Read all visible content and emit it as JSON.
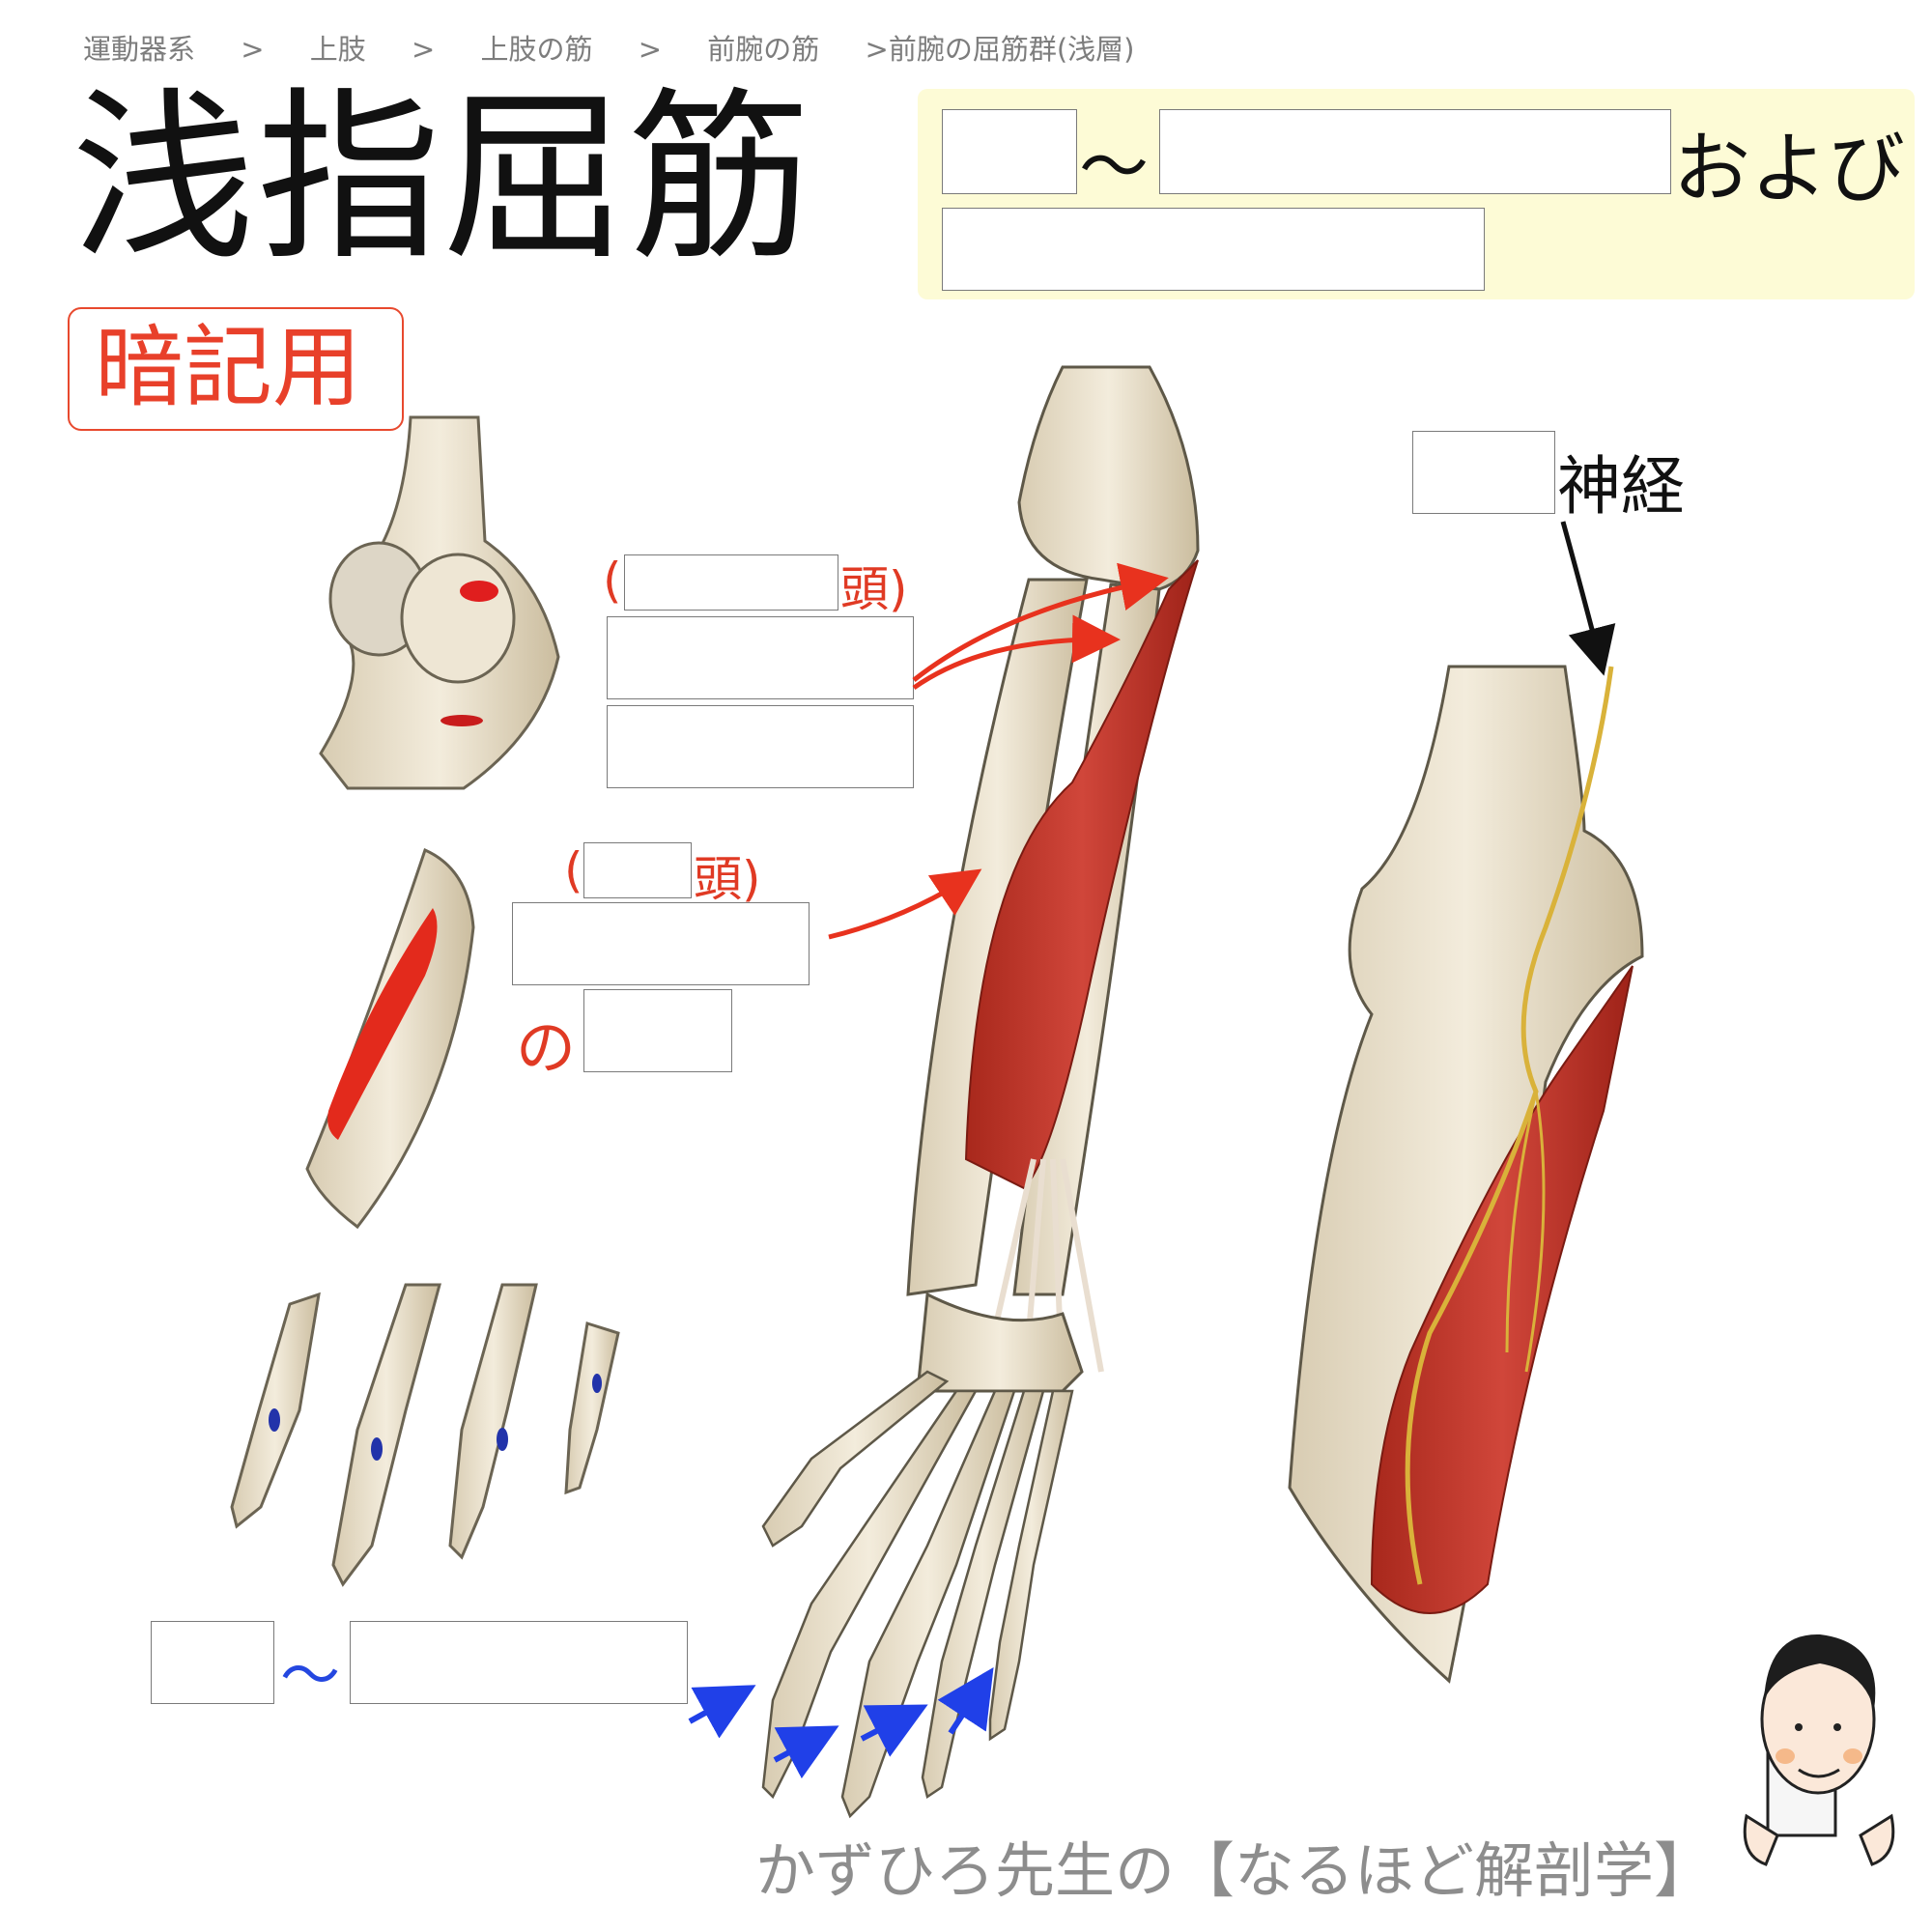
{
  "breadcrumb": [
    "運動器系",
    ">",
    "上肢",
    ">",
    "上肢の筋",
    ">",
    "前腕の筋",
    ">前腕の屈筋群(浅層)"
  ],
  "title": "浅指屈筋",
  "memo_badge": "暗記用",
  "insertion": {
    "tilde": "〜",
    "and": "および"
  },
  "nerve": {
    "suffix": "神経"
  },
  "origin_humeral": {
    "open_paren": "(",
    "suffix": "頭)"
  },
  "origin_radial": {
    "open_paren": "(",
    "suffix": "頭)",
    "no": "の"
  },
  "phalanges": {
    "tilde": "〜"
  },
  "footer": "かずひろ先生の【なるほど解剖学】",
  "colors": {
    "muscle": "#c0392b",
    "arrow_red": "#e8321e",
    "arrow_blue": "#2040e8",
    "bone": "#ece4d2",
    "nerve": "#d9b23a",
    "panel": "#fdfbd6"
  }
}
